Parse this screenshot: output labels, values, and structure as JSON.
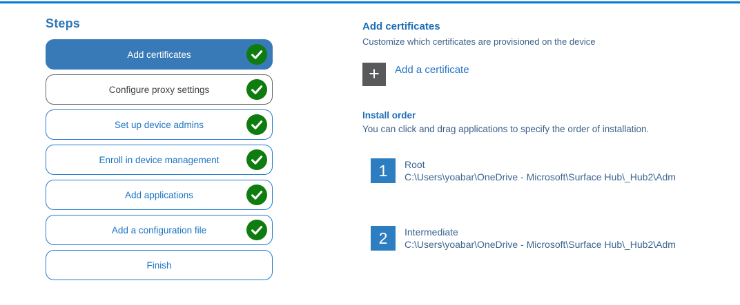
{
  "colors": {
    "accent_top": "#0078d7",
    "active_step_bg": "#3879b7",
    "step_border_blue": "#2379cf",
    "step_text_blue": "#1a73c2",
    "step_border_gray": "#636363",
    "check_green": "#0e7c0e",
    "tile_gray": "#58595b",
    "order_square_blue": "#2d7ec1",
    "heading_blue": "#1d6db6",
    "body_steel_blue": "#3c6089"
  },
  "sidebar": {
    "title": "Steps",
    "steps": [
      {
        "label": "Add certificates",
        "state": "active",
        "checked": true
      },
      {
        "label": "Configure proxy settings",
        "state": "gray",
        "checked": true
      },
      {
        "label": "Set up device admins",
        "state": "blue",
        "checked": true
      },
      {
        "label": "Enroll in device management",
        "state": "blue",
        "checked": true
      },
      {
        "label": "Add applications",
        "state": "blue",
        "checked": true
      },
      {
        "label": "Add a configuration file",
        "state": "blue",
        "checked": true
      },
      {
        "label": "Finish",
        "state": "blue",
        "checked": false
      }
    ]
  },
  "main": {
    "title": "Add certificates",
    "subtitle": "Customize which certificates are provisioned on the device",
    "add_button": {
      "icon": "plus-icon",
      "glyph": "+",
      "label": "Add a certificate"
    },
    "install_order": {
      "title": "Install order",
      "description": "You can click and drag applications to specify the order of installation.",
      "items": [
        {
          "order": "1",
          "name": "Root",
          "path": "C:\\Users\\yoabar\\OneDrive - Microsoft\\Surface Hub\\_Hub2\\Adm"
        },
        {
          "order": "2",
          "name": "Intermediate",
          "path": "C:\\Users\\yoabar\\OneDrive - Microsoft\\Surface Hub\\_Hub2\\Adm"
        }
      ]
    }
  }
}
